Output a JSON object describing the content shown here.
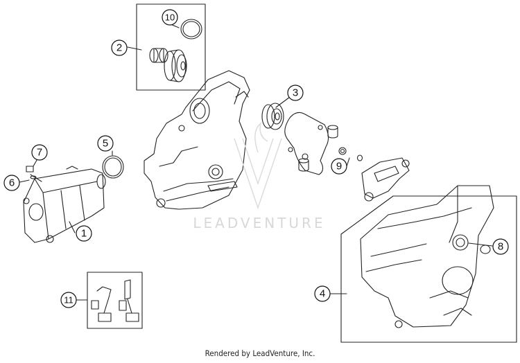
{
  "watermark": "LEADVENTURE",
  "footer": "Rendered by LeadVenture, Inc.",
  "callouts": {
    "c1": "1",
    "c2": "2",
    "c3": "3",
    "c4": "4",
    "c5": "5",
    "c6": "6",
    "c7": "7",
    "c8": "8",
    "c9": "9",
    "c10": "10",
    "c11": "11"
  }
}
